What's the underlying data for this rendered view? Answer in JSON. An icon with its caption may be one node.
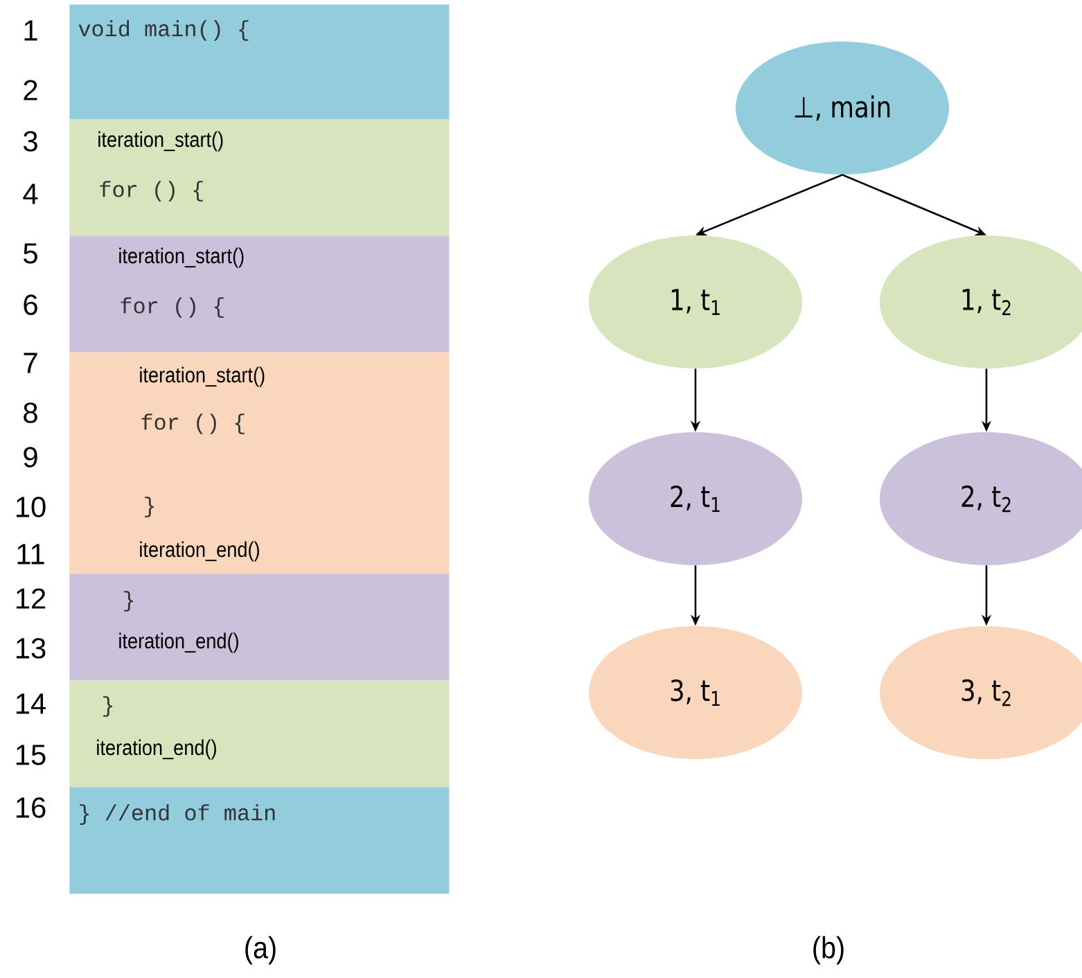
{
  "diagram": {
    "nodes": [
      {
        "text": [
          "void main() {"
        ]
      },
      {
        "text": [
          "iteration_start()",
          "for () {"
        ]
      },
      {
        "text": [
          "iteration_start()",
          "for () {"
        ]
      },
      {
        "text": [
          "iteration_start()",
          "for () {",
          "}",
          "iteration_end()"
        ]
      },
      {
        "text": [
          "}",
          "iteration_end()"
        ]
      },
      {
        "text": [
          "}",
          "iteration_end()"
        ]
      },
      {
        "text": [
          "} //end of main"
        ]
      },
      {
        "text": [
          "⊥, main"
        ]
      },
      {
        "text": [
          "1, t$_{1}$"
        ]
      },
      {
        "text": [
          "1, t$_{2}$"
        ]
      },
      {
        "text": [
          "2, t$_{1}$"
        ]
      },
      {
        "text": [
          "2, t$_{2}$"
        ]
      },
      {
        "text": [
          "3, t$_{1}$"
        ]
      },
      {
        "text": [
          "3, t$_{2}$"
        ]
      }
    ],
    "edges": [
      {
        "from": 7,
        "to": 8,
        "arrow": "to"
      },
      {
        "from": 7,
        "to": 9,
        "arrow": "to"
      },
      {
        "from": 8,
        "to": 10,
        "arrow": "to"
      },
      {
        "from": 9,
        "to": 11,
        "arrow": "to"
      },
      {
        "from": 10,
        "to": 12,
        "arrow": "to"
      },
      {
        "from": 11,
        "to": 13,
        "arrow": "to"
      }
    ],
    "labels": [
      "1",
      "2",
      "3",
      "4",
      "5",
      "6",
      "7",
      "8",
      "9",
      "10",
      "11",
      "12",
      "13",
      "14",
      "15",
      "16",
      "(a)",
      "(b)"
    ]
  }
}
